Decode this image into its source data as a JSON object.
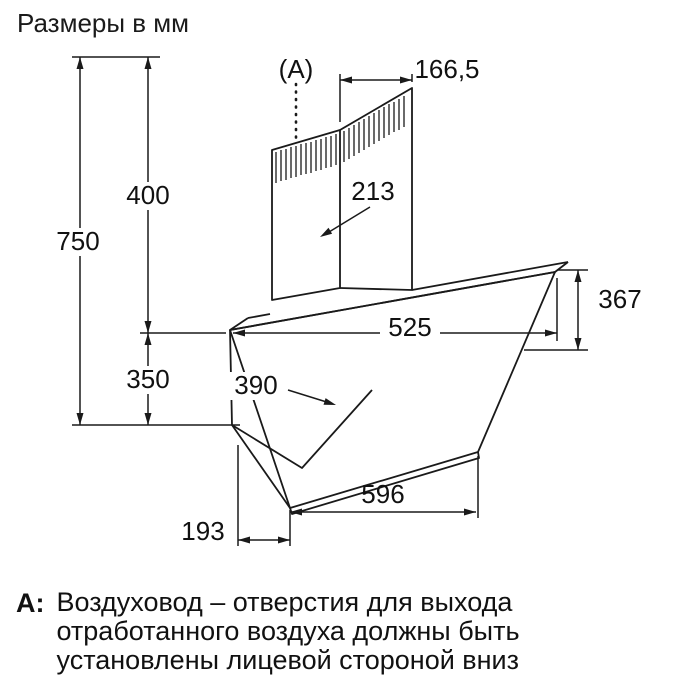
{
  "title": "Размеры в мм",
  "marker_label": "(A)",
  "dimensions": {
    "total_height": "750",
    "chimney_height": "400",
    "body_height": "350",
    "duct_top_width": "166,5",
    "duct_front_width": "213",
    "body_width": "525",
    "front_panel_height": "367",
    "body_depth": "390",
    "panel_width": "596",
    "bottom_depth": "193"
  },
  "note": {
    "prefix": "A:",
    "text": "Воздуховод – отверстия для выхода\nотработанного воздуха должны быть\nустановлены лицевой стороной вниз"
  },
  "colors": {
    "line": "#1a1a1a",
    "background": "#ffffff"
  }
}
